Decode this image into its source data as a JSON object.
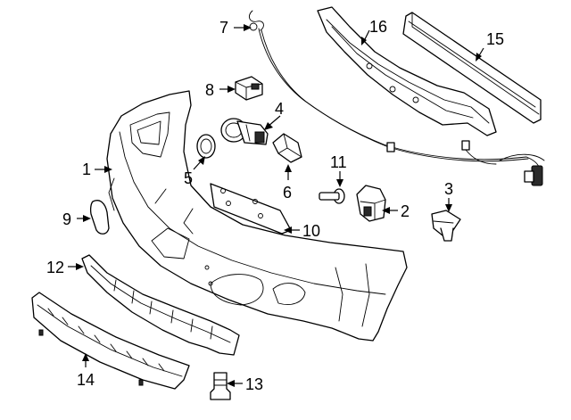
{
  "diagram": {
    "callouts": [
      {
        "number": "1",
        "part": "bumper-cover"
      },
      {
        "number": "2",
        "part": "sensor-bracket"
      },
      {
        "number": "3",
        "part": "push-pin-retainer"
      },
      {
        "number": "4",
        "part": "parking-sensor"
      },
      {
        "number": "5",
        "part": "sensor-ring"
      },
      {
        "number": "6",
        "part": "sensor-retainer-clip"
      },
      {
        "number": "7",
        "part": "wiring-harness"
      },
      {
        "number": "8",
        "part": "sensor-connector"
      },
      {
        "number": "9",
        "part": "reflector"
      },
      {
        "number": "10",
        "part": "license-plate-bracket"
      },
      {
        "number": "11",
        "part": "bolt"
      },
      {
        "number": "12",
        "part": "lower-valance"
      },
      {
        "number": "13",
        "part": "grommet-fastener"
      },
      {
        "number": "14",
        "part": "step-pad"
      },
      {
        "number": "15",
        "part": "energy-absorber"
      },
      {
        "number": "16",
        "part": "impact-bar"
      }
    ],
    "colors": {
      "line": "#000000",
      "background": "#ffffff"
    }
  }
}
